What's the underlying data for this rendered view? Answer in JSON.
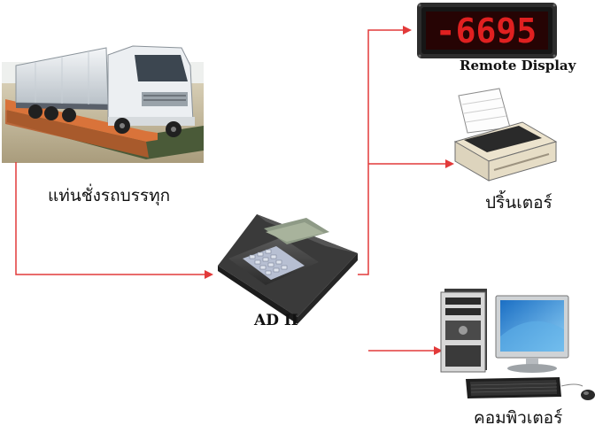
{
  "labels": {
    "truck_scale": "แท่นชั่งรถบรรทุก",
    "indicator": "AD II",
    "remote_display": "Remote Display",
    "printer": "ปริ้นเตอร์",
    "computer": "คอมพิวเตอร์"
  },
  "remote_display_reading": "-6695",
  "colors": {
    "connector": "#e23a3a",
    "display_digits": "#e02020",
    "indicator_body": "#4a4a4a",
    "scale_frame": "#d9733a"
  },
  "icons": {
    "truck": "truck-on-weighbridge",
    "indicator": "weighing-indicator-terminal",
    "remote_display": "led-remote-display",
    "printer": "dot-matrix-printer",
    "computer": "desktop-computer"
  }
}
